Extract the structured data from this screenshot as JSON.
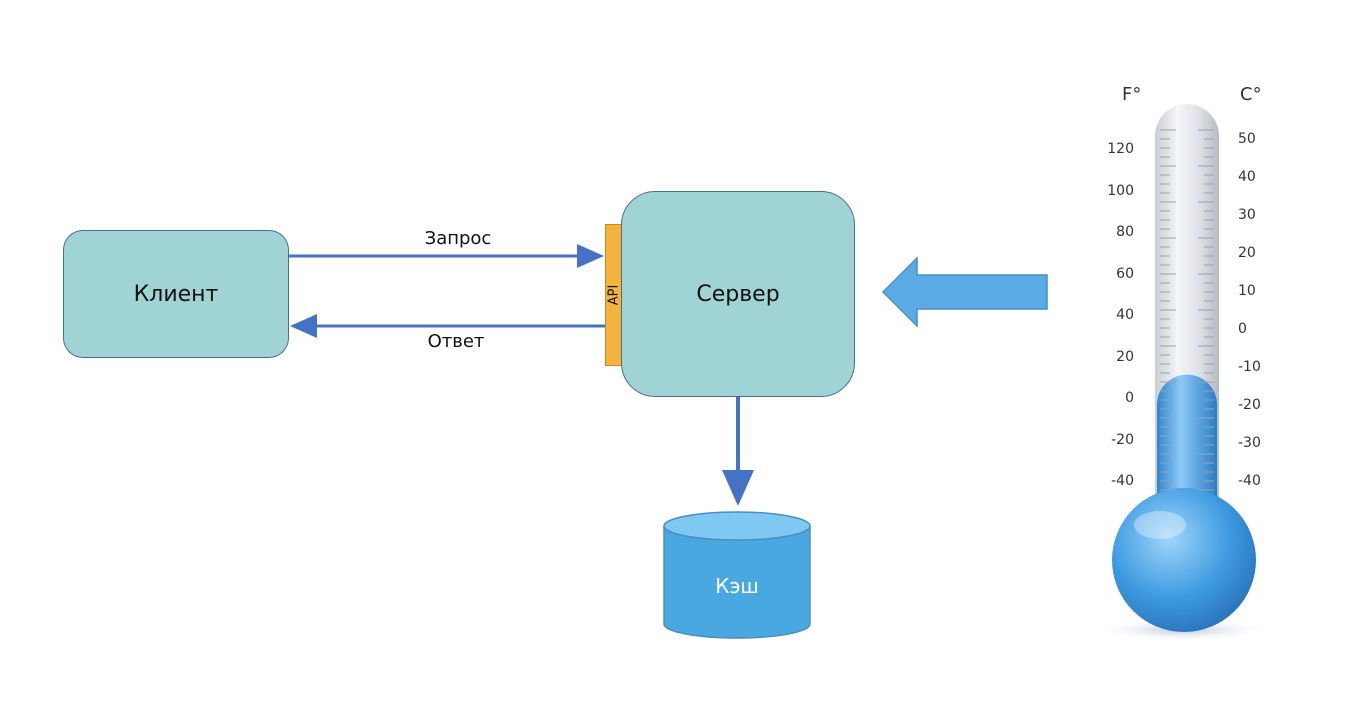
{
  "diagram": {
    "client": "Клиент",
    "server": "Сервер",
    "api": "API",
    "cache": "Кэш",
    "request": "Запрос",
    "response": "Ответ"
  },
  "thermometer": {
    "f_unit": "F°",
    "c_unit": "C°",
    "f_ticks": [
      "120",
      "100",
      "80",
      "60",
      "40",
      "20",
      "0",
      "-20",
      "-40"
    ],
    "c_ticks": [
      "50",
      "40",
      "30",
      "20",
      "10",
      "0",
      "-10",
      "-20",
      "-30",
      "-40"
    ],
    "fill_level": 0.37
  },
  "colors": {
    "box_fill": "#a0d4d4",
    "arrow": "#4472c4",
    "api": "#f2b43c",
    "cache": "#4aa8e0",
    "big_arrow": "#5aaae6",
    "mercury": "#3f9ee0"
  }
}
